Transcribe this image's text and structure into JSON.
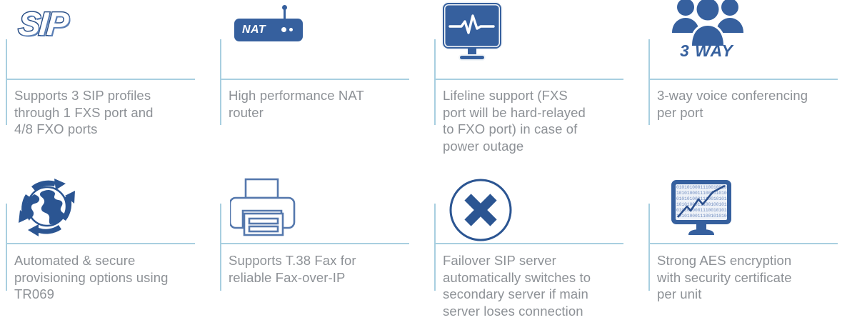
{
  "palette": {
    "rule": "#a8cfe0",
    "text": "#8d9196",
    "icon_blue": "#36609e",
    "icon_blue_dark": "#2a4f87",
    "icon_outline": "#5578ad",
    "background": "#ffffff"
  },
  "cards": [
    {
      "id": "sip-profiles",
      "icon_name": "sip-logo-icon",
      "icon_label": "SIP",
      "description": "Supports 3 SIP profiles\nthrough 1 FXS port and\n4/8 FXO ports"
    },
    {
      "id": "nat-router",
      "icon_name": "nat-router-icon",
      "icon_label": "NAT",
      "description": "High performance NAT\nrouter"
    },
    {
      "id": "lifeline-support",
      "icon_name": "monitor-pulse-icon",
      "icon_label": "",
      "description": "Lifeline support (FXS\nport will be hard-relayed\nto FXO port) in case of\npower outage"
    },
    {
      "id": "three-way-conferencing",
      "icon_name": "three-people-icon",
      "icon_label": "3 WAY",
      "description": "3-way voice conferencing\nper port"
    },
    {
      "id": "automated-provisioning",
      "icon_name": "globe-refresh-icon",
      "icon_label": "",
      "description": "Automated & secure\nprovisioning options using\nTR069"
    },
    {
      "id": "t38-fax",
      "icon_name": "printer-fax-icon",
      "icon_label": "",
      "description": "Supports T.38 Fax for\nreliable Fax-over-IP"
    },
    {
      "id": "failover-sip-server",
      "icon_name": "circle-x-icon",
      "icon_label": "",
      "description": "Failover SIP server\nautomatically switches to\nsecondary server if main\nserver loses connection"
    },
    {
      "id": "aes-encryption",
      "icon_name": "monitor-binary-chart-icon",
      "icon_label": "",
      "description": "Strong AES encryption\nwith security certificate\nper unit"
    }
  ]
}
